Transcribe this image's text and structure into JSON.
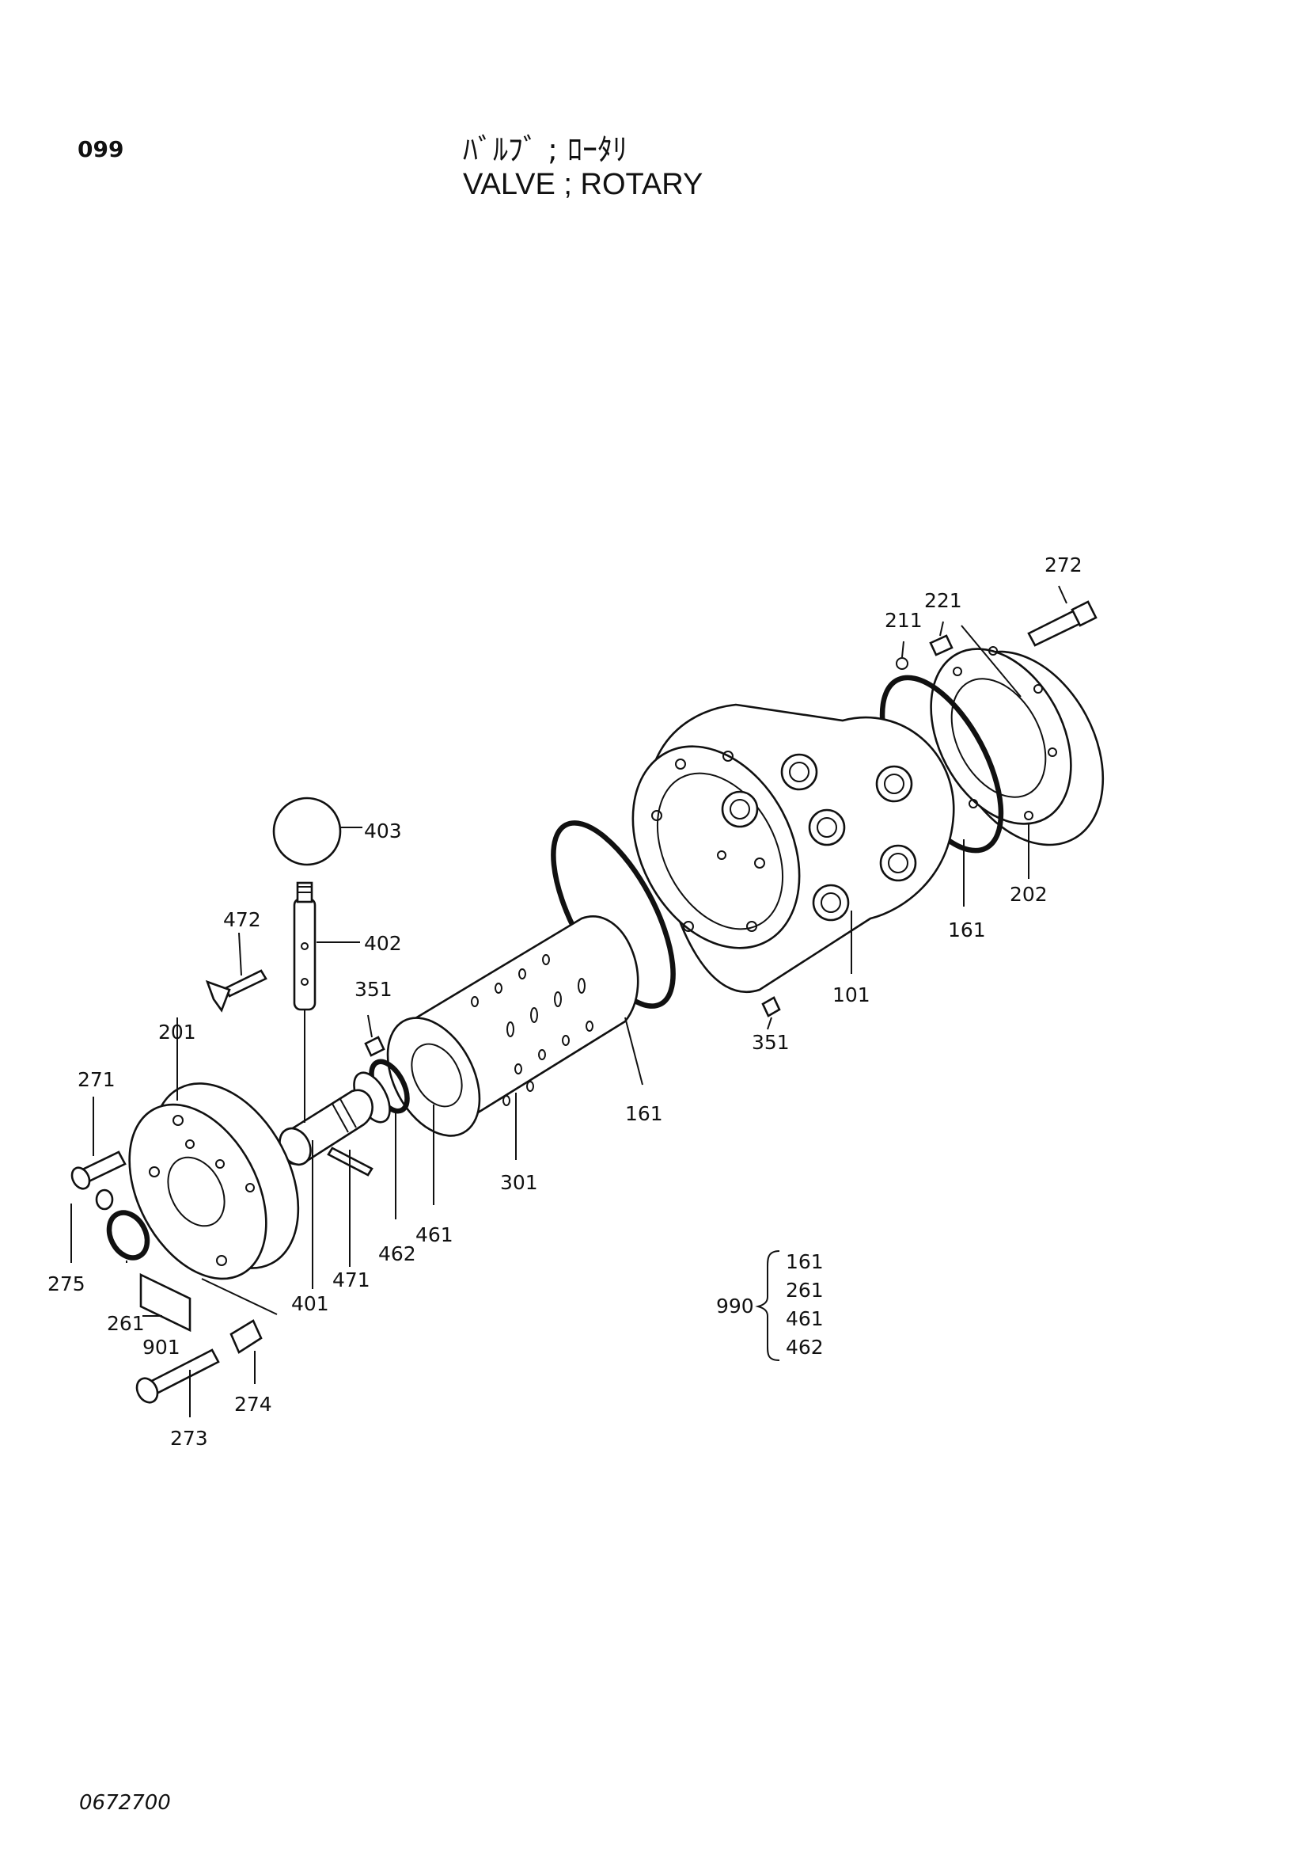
{
  "header": {
    "page_number": "099",
    "title_jp": "ﾊﾞﾙﾌﾞ ; ﾛｰﾀﾘ",
    "title_en": "VALVE ; ROTARY"
  },
  "callouts": {
    "c101": "101",
    "c161a": "161",
    "c161b": "161",
    "c201": "201",
    "c202": "202",
    "c211": "211",
    "c221": "221",
    "c261": "261",
    "c271": "271",
    "c272": "272",
    "c273": "273",
    "c274": "274",
    "c275": "275",
    "c301": "301",
    "c351a": "351",
    "c351b": "351",
    "c401": "401",
    "c402": "402",
    "c403": "403",
    "c461": "461",
    "c462": "462",
    "c471": "471",
    "c472": "472",
    "c901": "901"
  },
  "kit": {
    "label": "990",
    "items": [
      "161",
      "261",
      "461",
      "462"
    ]
  },
  "footer": {
    "doc_number": "0672700"
  }
}
